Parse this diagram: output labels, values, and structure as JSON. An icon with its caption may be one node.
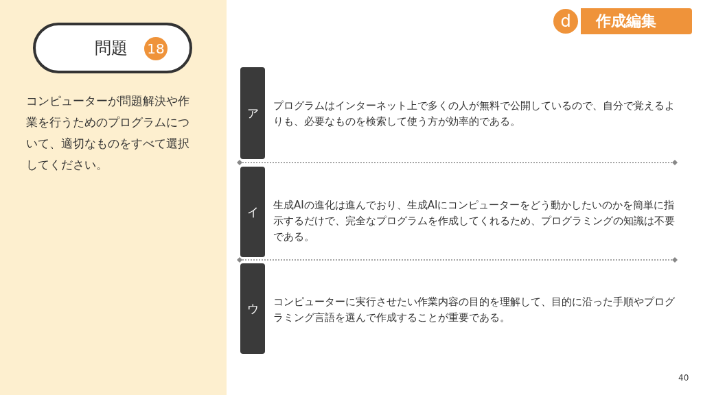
{
  "diagram": {
    "nodes": [
      {
        "text": [
          "問題"
        ]
      },
      {
        "text": [
          "18"
        ],
        "in": 0
      },
      {
        "text": [
          "作成編集"
        ]
      },
      {
        "text": [
          "d"
        ]
      },
      {
        "text": [
          "ア"
        ],
        "beside": [
          "プログラムはインターネット上で多くの人が無料で公開しているので、自分で覚えるよりも、必要なものを検索して使う方が効率的である。"
        ]
      },
      {
        "text": [
          "イ"
        ],
        "beside": [
          "生成AIの進化は進んでおり、生成AIにコンピューターをどう動かしたいのかを簡単に指示するだけで、完全なプログラムを作成してくれるため、プログラミングの知識は不要である。"
        ]
      },
      {
        "text": [
          "ウ"
        ],
        "beside": [
          "コンピューターに実行させたい作業内容の目的を理解して、目的に沿った手順やプログラミング言語を選んで作成することが重要である。"
        ]
      }
    ],
    "labels": [
      "コンピューターが問題解決や作業を行うためのプログラムについて、適切なものをすべて選択してください。",
      "40"
    ]
  }
}
